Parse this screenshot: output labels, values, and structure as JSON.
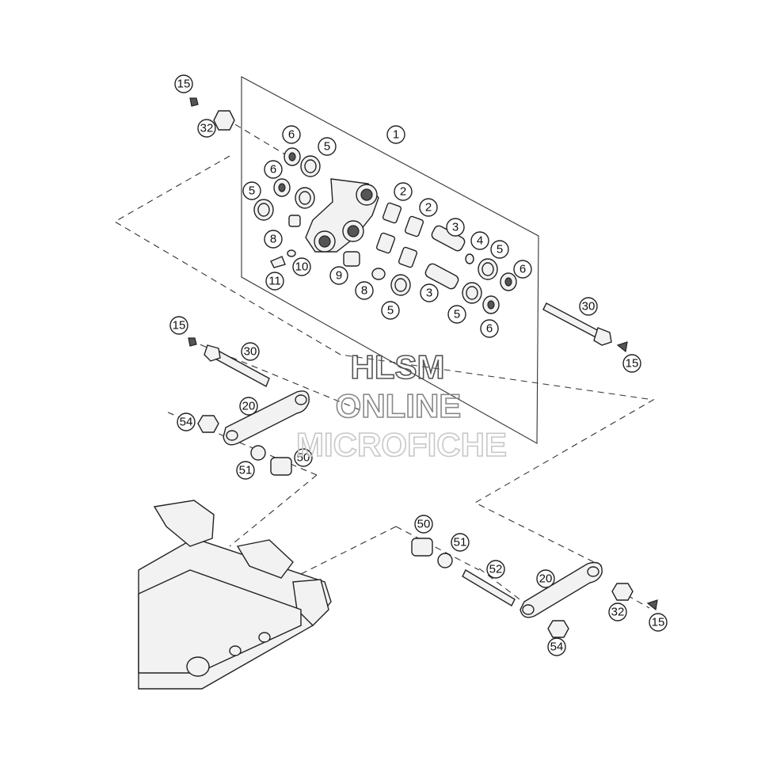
{
  "callouts": {
    "c1": "1",
    "c2a": "2",
    "c2b": "2",
    "c3a": "3",
    "c3b": "3",
    "c4": "4",
    "c5a": "5",
    "c5b": "5",
    "c5c": "5",
    "c5d": "5",
    "c5e": "5",
    "c6a": "6",
    "c6b": "6",
    "c6c": "6",
    "c6d": "6",
    "c8a": "8",
    "c8b": "8",
    "c9": "9",
    "c10": "10",
    "c11": "11",
    "c15a": "15",
    "c15b": "15",
    "c15c": "15",
    "c15d": "15",
    "c20a": "20",
    "c20b": "20",
    "c30a": "30",
    "c30b": "30",
    "c32a": "32",
    "c32b": "32",
    "c50a": "50",
    "c50b": "50",
    "c51a": "51",
    "c51b": "51",
    "c52": "52",
    "c54a": "54",
    "c54b": "54"
  },
  "watermark": {
    "line1": "HLSM",
    "line2": "ONLINE",
    "line3": "MICROFICHE"
  }
}
